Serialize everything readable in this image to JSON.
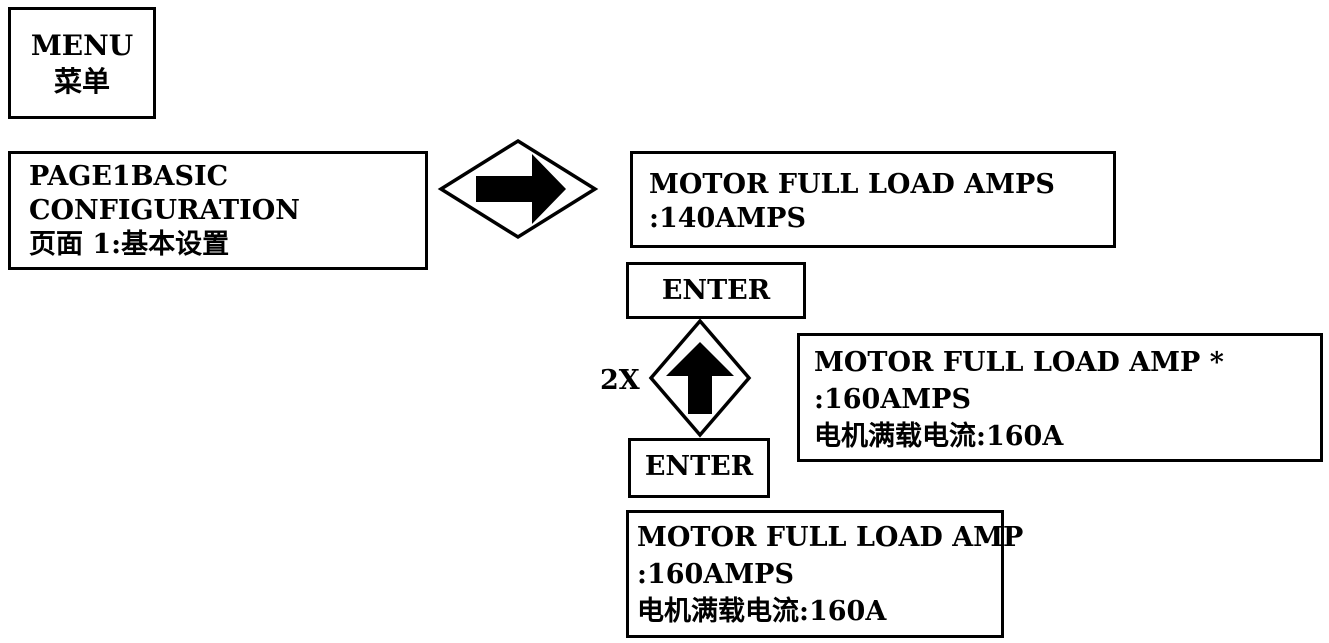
{
  "menu": {
    "line1": "MENU",
    "line2": "菜单"
  },
  "page1": {
    "line1": "PAGE1BASIC",
    "line2": "CONFIGURATION",
    "line3": "页面 1:基本设置"
  },
  "screen_initial": {
    "line1": "MOTOR FULL LOAD AMPS",
    "line2": ":140AMPS"
  },
  "enter_step1": {
    "label": "ENTER"
  },
  "up_step": {
    "repeat": "2X"
  },
  "screen_editing": {
    "line1": "MOTOR FULL LOAD AMP *",
    "line2": ":160AMPS",
    "line3": "电机满载电流:160A"
  },
  "enter_step2": {
    "label": "ENTER"
  },
  "screen_final": {
    "line1": "MOTOR FULL LOAD AMP",
    "line2": ":160AMPS",
    "line3": "电机满载电流:160A"
  },
  "icons": {
    "right": "arrow-right-icon",
    "up": "arrow-up-icon"
  }
}
